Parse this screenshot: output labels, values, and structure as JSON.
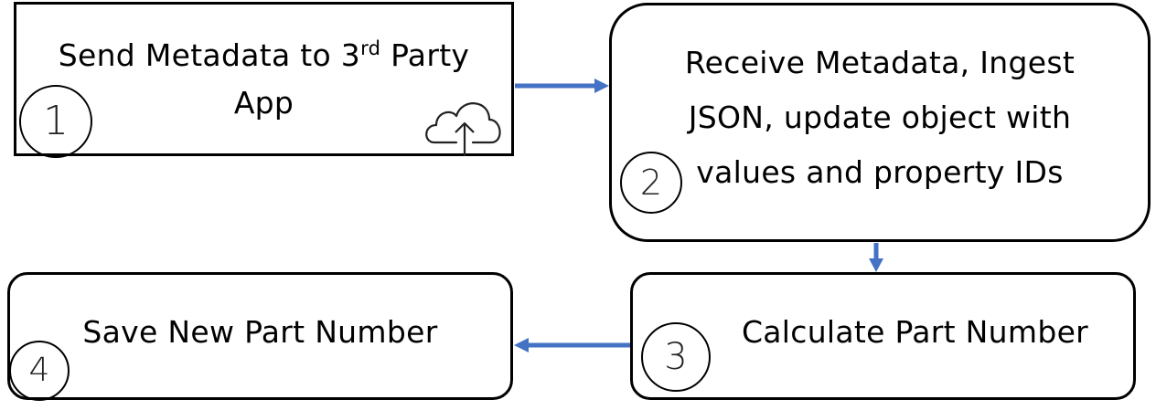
{
  "steps": [
    {
      "number": "1",
      "title_pre": "Send Metadata to 3",
      "title_sup": "rd",
      "title_post": " Party",
      "title_line2": "App"
    },
    {
      "number": "2",
      "line1": "Receive Metadata, Ingest",
      "line2": "JSON,  update object with",
      "line3": "values and property IDs"
    },
    {
      "number": "3",
      "line1": "Calculate Part Number"
    },
    {
      "number": "4",
      "line1": "Save New Part Number"
    }
  ],
  "colors": {
    "arrow": "#4472C4",
    "border": "#000000"
  },
  "icons": {
    "upload": "cloud-upload-icon"
  }
}
